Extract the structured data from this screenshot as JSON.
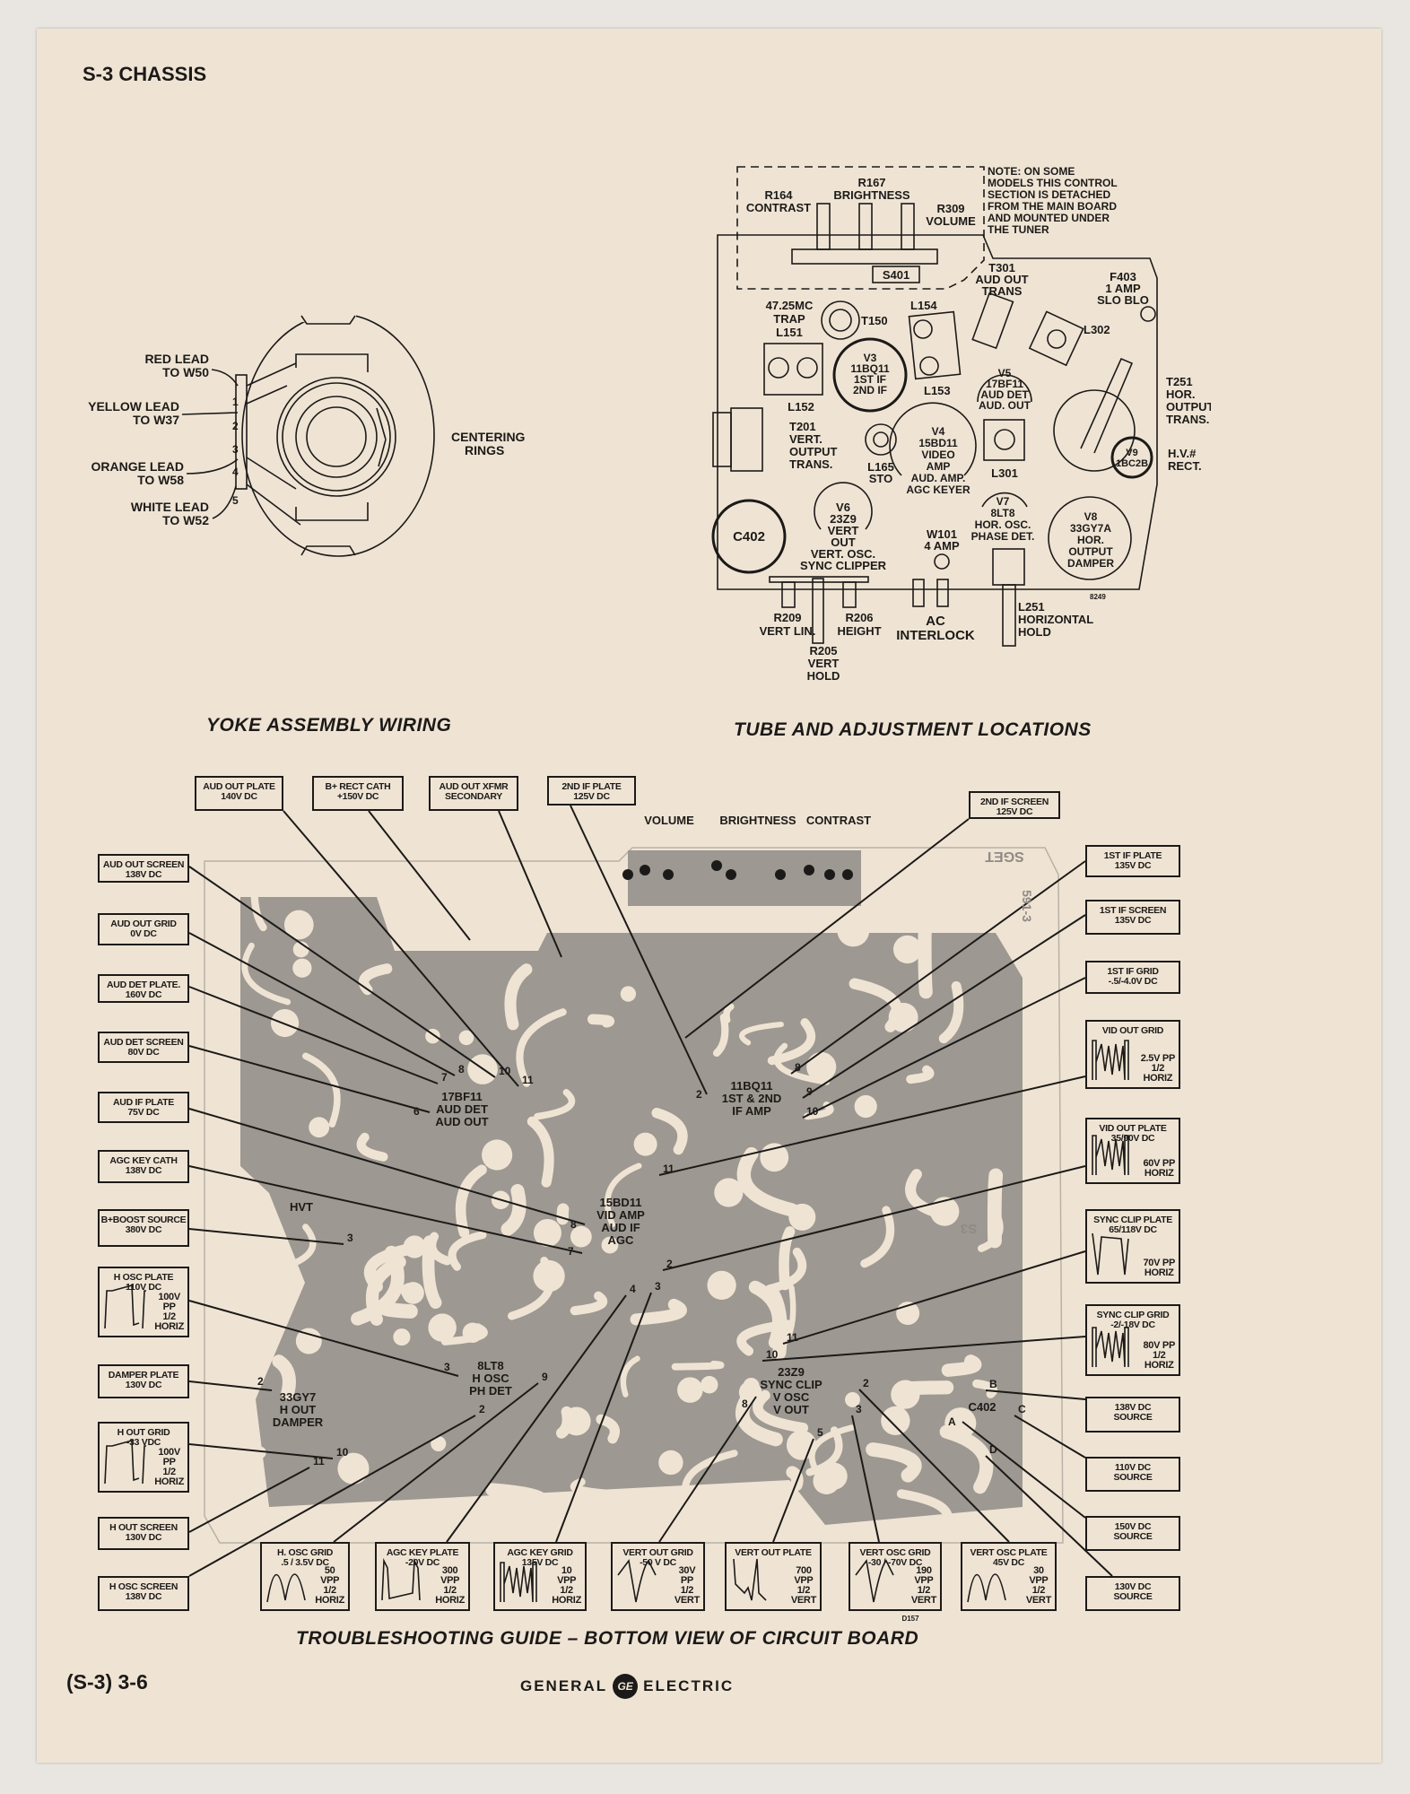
{
  "header": {
    "title": "S-3 CHASSIS"
  },
  "yoke": {
    "caption": "YOKE ASSEMBLY WIRING",
    "leads": [
      [
        "RED LEAD",
        "TO W50"
      ],
      [
        "YELLOW LEAD",
        "TO W37"
      ],
      [
        "ORANGE LEAD",
        "TO W58"
      ],
      [
        "WHITE LEAD",
        "TO W52"
      ]
    ],
    "terminals": [
      "1",
      "2",
      "3",
      "4",
      "5"
    ],
    "centering": [
      "CENTERING",
      "RINGS"
    ]
  },
  "tubes": {
    "caption": "TUBE AND ADJUSTMENT LOCATIONS",
    "note": [
      "NOTE: ON SOME",
      "MODELS THIS CONTROL",
      "SECTION IS DETACHED",
      "FROM THE MAIN BOARD",
      "AND MOUNTED UNDER",
      "THE TUNER"
    ],
    "r167": [
      "R167",
      "BRIGHTNESS"
    ],
    "r164": [
      "R164",
      "CONTRAST"
    ],
    "r309": [
      "R309",
      "VOLUME"
    ],
    "s401": "S401",
    "t301": [
      "T301",
      "AUD OUT",
      "TRANS"
    ],
    "f403": [
      "F403",
      "1 AMP",
      "SLO BLO"
    ],
    "trap": [
      "47.25MC",
      "TRAP",
      "L151"
    ],
    "l152": "L152",
    "t150": "T150",
    "l154": "L154",
    "l153": "L153",
    "l302": "L302",
    "v3": [
      "V3",
      "11BQ11",
      "1ST IF",
      "2ND IF"
    ],
    "v5": [
      "V5",
      "17BF11",
      "AUD DET",
      "AUD. OUT"
    ],
    "t251": [
      "T251",
      "HOR.",
      "OUTPUT",
      "TRANS."
    ],
    "t201": [
      "T201",
      "VERT.",
      "OUTPUT",
      "TRANS."
    ],
    "l165": [
      "L165",
      "STO"
    ],
    "v4": [
      "V4",
      "15BD11",
      "VIDEO",
      "AMP",
      "AUD. AMP.",
      "AGC KEYER"
    ],
    "l301": "L301",
    "v9": [
      "V9",
      "1BC2B"
    ],
    "hv": [
      "H.V.#",
      "RECT."
    ],
    "c402": "C402",
    "v6": [
      "V6",
      "23Z9",
      "VERT",
      "OUT",
      "VERT. OSC.",
      "SYNC CLIPPER"
    ],
    "w101": [
      "W101",
      "4 AMP"
    ],
    "v7": [
      "V7",
      "8LT8",
      "HOR. OSC.",
      "PHASE DET."
    ],
    "v8": [
      "V8",
      "33GY7A",
      "HOR.",
      "OUTPUT",
      "DAMPER"
    ],
    "r209": [
      "R209",
      "VERT LIN."
    ],
    "r206": [
      "R206",
      "HEIGHT"
    ],
    "r205": [
      "R205",
      "VERT",
      "HOLD"
    ],
    "ac": [
      "AC",
      "INTERLOCK"
    ],
    "l251": [
      "L251",
      "HORIZONTAL",
      "HOLD"
    ],
    "code": "8249"
  },
  "board": {
    "caption": "TROUBLESHOOTING GUIDE – BOTTOM VIEW OF CIRCUIT BOARD",
    "controls": [
      "VOLUME",
      "BRIGHTNESS",
      "CONTRAST"
    ],
    "tube_labels": [
      [
        "17BF11",
        "AUD DET",
        "AUD OUT"
      ],
      [
        "11BQ11",
        "1ST & 2ND",
        "IF AMP"
      ],
      [
        "15BD11",
        "VID AMP",
        "AUD IF",
        "AGC"
      ],
      [
        "8LT8",
        "H OSC",
        "PH DET"
      ],
      [
        "33GY7",
        "H OUT",
        "DAMPER"
      ],
      [
        "23Z9",
        "SYNC CLIP",
        "V OSC",
        "V OUT"
      ],
      [
        "C402"
      ],
      [
        "HVT"
      ]
    ],
    "board_marks": [
      "SGET",
      "591-3",
      "S3",
      "D157"
    ],
    "boxes": [
      {
        "t": "AUD OUT PLATE",
        "v": "140V DC",
        "pin": "11"
      },
      {
        "t": "B+ RECT CATH",
        "v": "+150V DC",
        "pin": ""
      },
      {
        "t": "AUD OUT XFMR",
        "v": "SECONDARY",
        "pin": ""
      },
      {
        "t": "2ND IF PLATE",
        "v": "125V DC",
        "pin": "2"
      },
      {
        "t": "2ND IF SCREEN",
        "v": "125V DC",
        "pin": ""
      },
      {
        "t": "AUD OUT SCREEN",
        "v": "138V DC",
        "pin": "10"
      },
      {
        "t": "AUD OUT GRID",
        "v": "0V DC",
        "pin": "8"
      },
      {
        "t": "AUD DET PLATE.",
        "v": "160V DC",
        "pin": "7"
      },
      {
        "t": "AUD DET SCREEN",
        "v": "80V DC",
        "pin": "6"
      },
      {
        "t": "AUD IF PLATE",
        "v": "75V DC",
        "pin": "8"
      },
      {
        "t": "AGC KEY CATH",
        "v": "138V DC",
        "pin": "7"
      },
      {
        "t": "B+BOOST SOURCE",
        "v": "380V DC",
        "pin": "3"
      },
      {
        "t": "H OSC PLATE",
        "v": "110V DC",
        "w": [
          "100V",
          "PP",
          "1/2",
          "HORIZ"
        ],
        "pin": "3"
      },
      {
        "t": "DAMPER PLATE",
        "v": "130V DC",
        "pin": "2"
      },
      {
        "t": "H OUT GRID",
        "v": "-33 VDC",
        "w": [
          "100V",
          "PP",
          "1/2",
          "HORIZ"
        ],
        "pin": "10"
      },
      {
        "t": "H OUT SCREEN",
        "v": "130V DC",
        "pin": "11"
      },
      {
        "t": "H OSC SCREEN",
        "v": "138V DC",
        "pin": "2"
      },
      {
        "t": "1ST IF PLATE",
        "v": "135V DC",
        "pin": "8"
      },
      {
        "t": "1ST IF SCREEN",
        "v": "135V DC",
        "pin": "9"
      },
      {
        "t": "1ST IF GRID",
        "v": "-.5/-4.0V DC",
        "pin": "10"
      },
      {
        "t": "VID OUT GRID",
        "v": "",
        "w": [
          "2.5V PP",
          "1/2",
          "HORIZ"
        ],
        "pin": "11"
      },
      {
        "t": "VID OUT PLATE",
        "v": "35/90V DC",
        "w": [
          "60V PP",
          "HORIZ"
        ],
        "pin": "2"
      },
      {
        "t": "SYNC CLIP PLATE",
        "v": "65/118V DC",
        "w": [
          "70V PP",
          "HORIZ"
        ],
        "pin": "11"
      },
      {
        "t": "SYNC CLIP GRID",
        "v": "-2/-18V DC",
        "w": [
          "80V PP",
          "1/2",
          "HORIZ"
        ],
        "pin": "10"
      },
      {
        "t": "138V DC",
        "v": "SOURCE",
        "pin": "B"
      },
      {
        "t": "110V DC",
        "v": "SOURCE",
        "pin": "C"
      },
      {
        "t": "150V DC",
        "v": "SOURCE",
        "pin": "A"
      },
      {
        "t": "130V DC",
        "v": "SOURCE",
        "pin": "D"
      },
      {
        "t": "H. OSC GRID",
        "v": ".5 / 3.5V DC",
        "w": [
          "50",
          "VPP",
          "1/2",
          "HORIZ"
        ],
        "pin": "9"
      },
      {
        "t": "AGC KEY PLATE",
        "v": "-20V DC",
        "w": [
          "300",
          "VPP",
          "1/2",
          "HORIZ"
        ],
        "pin": "4"
      },
      {
        "t": "AGC KEY GRID",
        "v": "135V DC",
        "w": [
          "10",
          "VPP",
          "1/2",
          "HORIZ"
        ],
        "pin": "3"
      },
      {
        "t": "VERT OUT GRID",
        "v": "-50 V DC",
        "w": [
          "30V",
          "PP",
          "1/2",
          "VERT"
        ],
        "pin": "8"
      },
      {
        "t": "VERT OUT PLATE",
        "v": "",
        "w": [
          "700",
          "VPP",
          "1/2",
          "VERT"
        ],
        "pin": "5"
      },
      {
        "t": "VERT OSC GRID",
        "v": "-30 / -70V DC",
        "w": [
          "190",
          "VPP",
          "1/2",
          "VERT"
        ],
        "pin": "3"
      },
      {
        "t": "VERT OSC PLATE",
        "v": "45V DC",
        "w": [
          "30",
          "VPP",
          "1/2",
          "VERT"
        ],
        "pin": "2"
      }
    ]
  },
  "footer": {
    "page": "(S-3) 3-6",
    "brand_left": "GENERAL",
    "brand_right": "ELECTRIC",
    "logo": "GE"
  }
}
